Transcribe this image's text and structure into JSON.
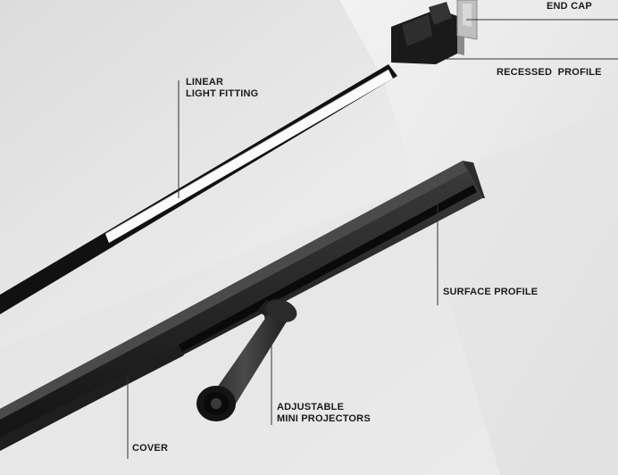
{
  "labels": {
    "end_cap": "END CAP",
    "recessed_profile": "RECESSED  PROFILE",
    "linear_light_fitting": [
      "LINEAR",
      "LIGHT FITTING"
    ],
    "surface_profile": "SURFACE PROFILE",
    "adjustable_mini_projectors": [
      "ADJUSTABLE",
      "MINI PROJECTORS"
    ],
    "cover": "COVER"
  },
  "colors": {
    "wall": "#e9e9e9",
    "ceiling": "#f4f4f4",
    "profile_black": "#151515",
    "diffuser": "#fafafa",
    "leader_line": "#333333"
  }
}
